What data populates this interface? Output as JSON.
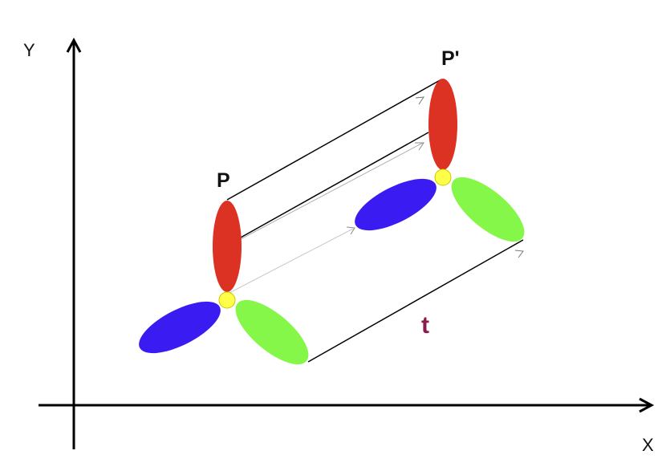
{
  "axes": {
    "x_label": "X",
    "y_label": "Y"
  },
  "labels": {
    "original_point": "P",
    "image_point": "P'",
    "translation_vector": "t"
  },
  "colors": {
    "red_petal": "#dc3223",
    "blue_petal": "#3a1cf2",
    "green_petal": "#84f749",
    "center": "#ffff4a",
    "center_stroke": "#c8c800",
    "vector_label": "#8c1a4a",
    "axis": "#000000",
    "translation_line": "#000000",
    "guide_line": "#c8c8c8"
  },
  "shapes": [
    {
      "name": "original-figure"
    },
    {
      "name": "translated-figure"
    }
  ]
}
